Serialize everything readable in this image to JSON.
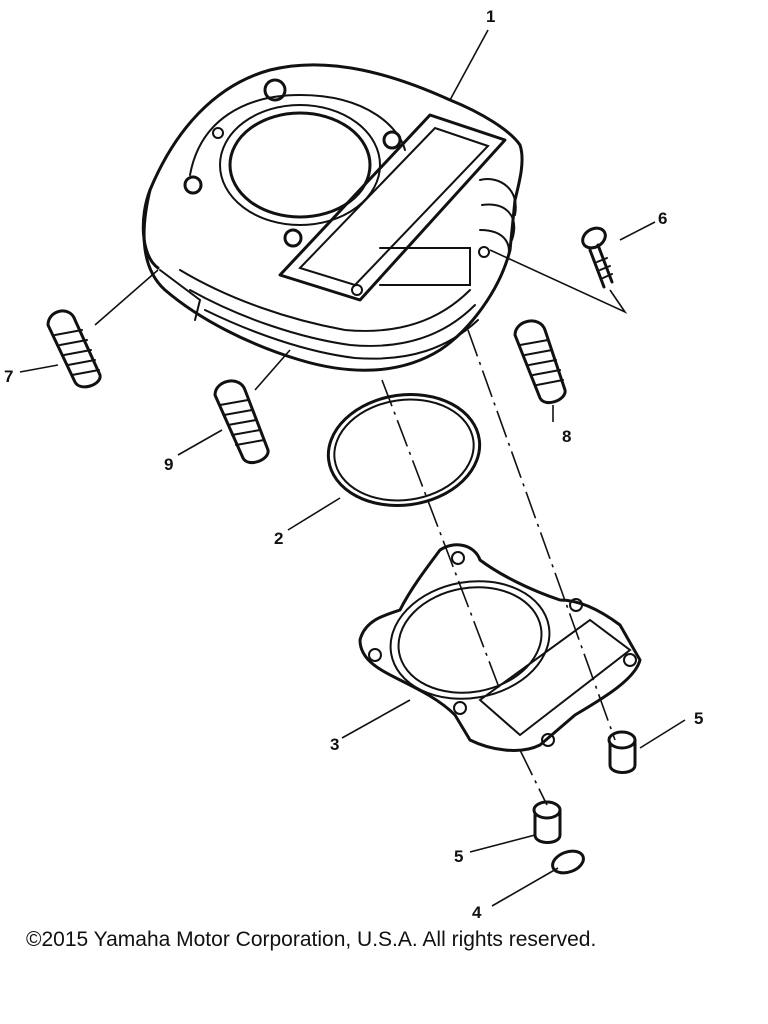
{
  "callouts": {
    "p1": "1",
    "p2": "2",
    "p3": "3",
    "p4": "4",
    "p5a": "5",
    "p5b": "5",
    "p6": "6",
    "p7": "7",
    "p8": "8",
    "p9": "9"
  },
  "copyright": "©2015 Yamaha Motor Corporation, U.S.A. All rights reserved."
}
